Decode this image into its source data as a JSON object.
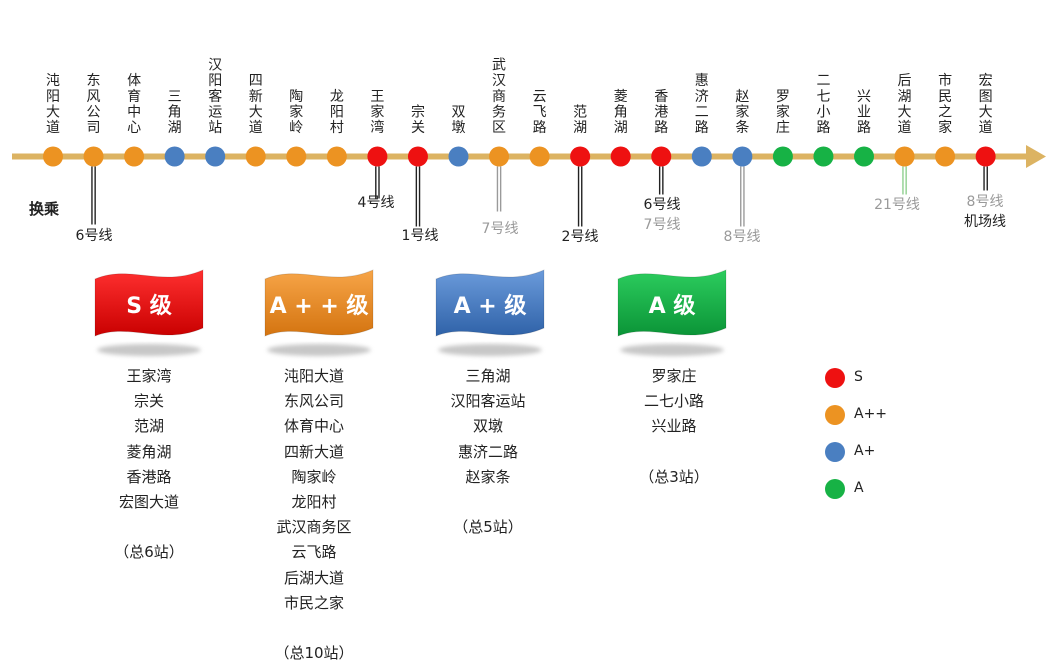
{
  "colors": {
    "S": "#ee1111",
    "App": "#ec9322",
    "Ap": "#4a7fc1",
    "A": "#17b245",
    "track": "#dcb362"
  },
  "transfer_heading": "换乘",
  "stations": [
    {
      "name": "沌阳大道",
      "tier": "App"
    },
    {
      "name": "东风公司",
      "tier": "App"
    },
    {
      "name": "体育中心",
      "tier": "App"
    },
    {
      "name": "三角湖",
      "tier": "Ap"
    },
    {
      "name": "汉阳客运站",
      "tier": "Ap"
    },
    {
      "name": "四新大道",
      "tier": "App"
    },
    {
      "name": "陶家岭",
      "tier": "App"
    },
    {
      "name": "龙阳村",
      "tier": "App"
    },
    {
      "name": "王家湾",
      "tier": "S"
    },
    {
      "name": "宗关",
      "tier": "S"
    },
    {
      "name": "双墩",
      "tier": "Ap"
    },
    {
      "name": "武汉商务区",
      "tier": "App"
    },
    {
      "name": "云飞路",
      "tier": "App"
    },
    {
      "name": "范湖",
      "tier": "S"
    },
    {
      "name": "菱角湖",
      "tier": "S"
    },
    {
      "name": "香港路",
      "tier": "S"
    },
    {
      "name": "惠济二路",
      "tier": "Ap"
    },
    {
      "name": "赵家条",
      "tier": "Ap"
    },
    {
      "name": "罗家庄",
      "tier": "A"
    },
    {
      "name": "二七小路",
      "tier": "A"
    },
    {
      "name": "兴业路",
      "tier": "A"
    },
    {
      "name": "后湖大道",
      "tier": "App"
    },
    {
      "name": "市民之家",
      "tier": "App"
    },
    {
      "name": "宏图大道",
      "tier": "S"
    }
  ],
  "transfers": [
    {
      "station": 1,
      "lines": [
        {
          "label": "6号线",
          "planned": false
        }
      ]
    },
    {
      "station": 8,
      "lines": [
        {
          "label": "4号线",
          "planned": false
        }
      ]
    },
    {
      "station": 9,
      "lines": [
        {
          "label": "1号线",
          "planned": false
        }
      ]
    },
    {
      "station": 11,
      "lines": [
        {
          "label": "7号线",
          "planned": true
        }
      ]
    },
    {
      "station": 13,
      "lines": [
        {
          "label": "2号线",
          "planned": false
        }
      ]
    },
    {
      "station": 15,
      "lines": [
        {
          "label": "6号线",
          "planned": false
        },
        {
          "label": "7号线",
          "planned": true
        }
      ]
    },
    {
      "station": 17,
      "lines": [
        {
          "label": "8号线",
          "planned": true
        }
      ]
    },
    {
      "station": 21,
      "lines": [
        {
          "label": "21号线",
          "planned": true
        }
      ]
    },
    {
      "station": 23,
      "lines": [
        {
          "label": "8号线",
          "planned": true
        },
        {
          "label": "机场线",
          "planned": false
        }
      ]
    }
  ],
  "tiers": [
    {
      "key": "S",
      "label": "S 级",
      "items": [
        "王家湾",
        "宗关",
        "范湖",
        "菱角湖",
        "香港路",
        "宏图大道"
      ],
      "total": "（总6站）"
    },
    {
      "key": "App",
      "label": "A + + 级",
      "items": [
        "沌阳大道",
        "东风公司",
        "体育中心",
        "四新大道",
        "陶家岭",
        "龙阳村",
        "武汉商务区",
        "云飞路",
        "后湖大道",
        "市民之家"
      ],
      "total": "（总10站）"
    },
    {
      "key": "Ap",
      "label": "A + 级",
      "items": [
        "三角湖",
        "汉阳客运站",
        "双墩",
        "惠济二路",
        "赵家条"
      ],
      "total": "（总5站）"
    },
    {
      "key": "A",
      "label": "A 级",
      "items": [
        "罗家庄",
        "二七小路",
        "兴业路"
      ],
      "total": "（总3站）"
    }
  ],
  "legend": [
    {
      "key": "S",
      "label": "S"
    },
    {
      "key": "App",
      "label": "A++"
    },
    {
      "key": "Ap",
      "label": "A+"
    },
    {
      "key": "A",
      "label": "A"
    }
  ]
}
